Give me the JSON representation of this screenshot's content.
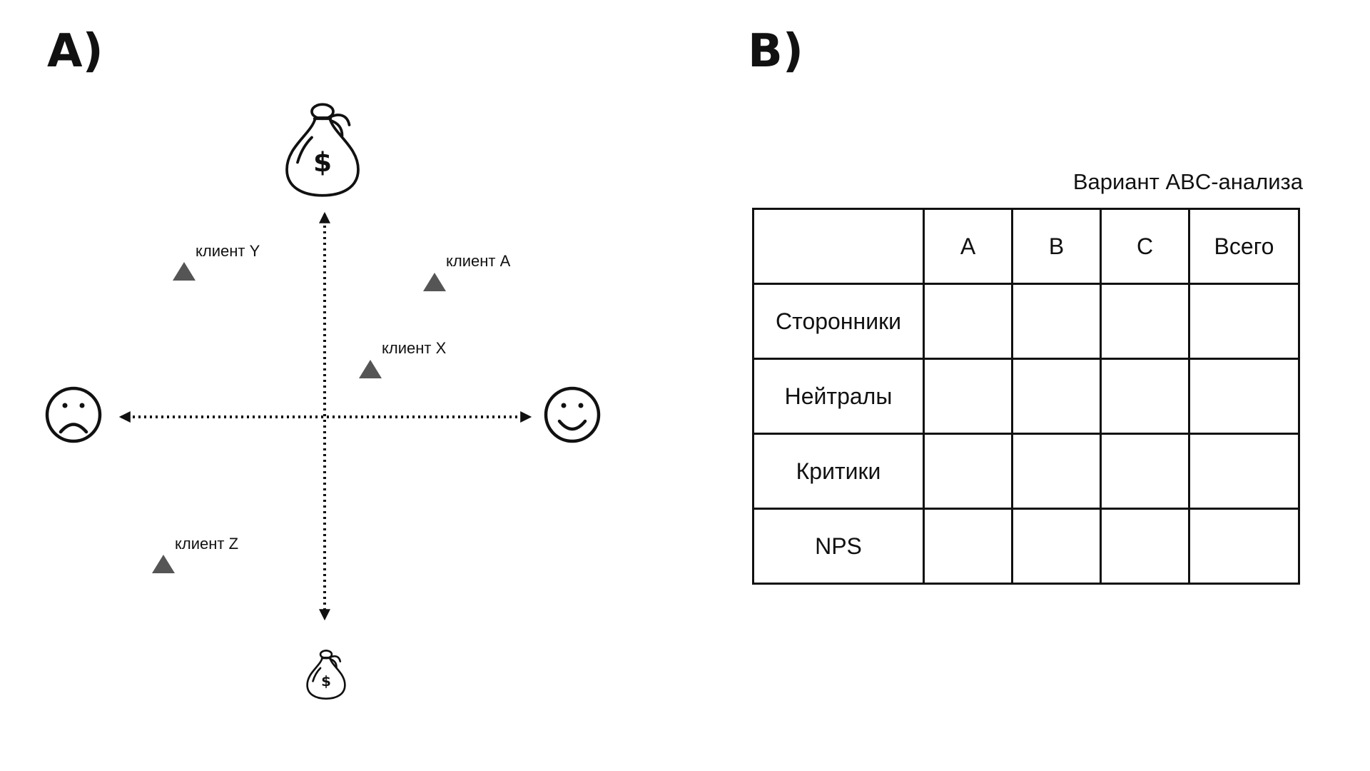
{
  "panel_a": {
    "title": "A)",
    "icons": {
      "top": "money-bag-icon",
      "bottom": "money-bag-icon",
      "left": "sad-face-icon",
      "right": "happy-face-icon"
    },
    "clients": [
      {
        "label": "клиент Y"
      },
      {
        "label": "клиент A"
      },
      {
        "label": "клиент X"
      },
      {
        "label": "клиент Z"
      }
    ],
    "marker_color": "#555555"
  },
  "panel_b": {
    "title": "B)",
    "caption": "Вариант ABC-анализа",
    "table": {
      "headers": [
        "",
        "A",
        "B",
        "C",
        "Всего"
      ],
      "rows": [
        {
          "label": "Сторонники",
          "cells": [
            "",
            "",
            "",
            ""
          ]
        },
        {
          "label": "Нейтралы",
          "cells": [
            "",
            "",
            "",
            ""
          ]
        },
        {
          "label": "Критики",
          "cells": [
            "",
            "",
            "",
            ""
          ]
        },
        {
          "label": "NPS",
          "cells": [
            "",
            "",
            "",
            ""
          ]
        }
      ]
    }
  }
}
